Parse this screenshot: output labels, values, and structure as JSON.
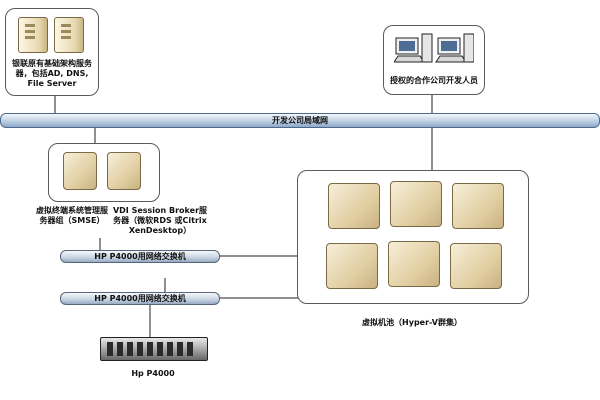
{
  "nodes": {
    "infra_label": "银联原有基础架构服务器，包括AD, DNS, File Server",
    "partner_label": "授权的合作公司开发人员",
    "lan_label": "开发公司局域网",
    "smse_label": "虚拟终端系统管理服务器组（SMSE）",
    "broker_label": "VDI Session Broker服务器（微软RDS 或Citrix XenDesktop）",
    "switch1_label": "HP P4000用网络交换机",
    "switch2_label": "HP P4000用网络交换机",
    "storage_label": "Hp P4000",
    "pool_label": "虚拟机池（Hyper-V群集）"
  },
  "icons": {
    "infra": "server-tower-icon",
    "partner": "workstation-icon",
    "smse": "server-tile-icon",
    "broker": "server-tile-icon",
    "vm_pool": "virtual-machine-icon",
    "storage": "storage-array-icon"
  },
  "colors": {
    "bus": "#8ea9c8",
    "pipe": "#98aac2",
    "server": "#e2cfa3",
    "line": "#222222"
  }
}
